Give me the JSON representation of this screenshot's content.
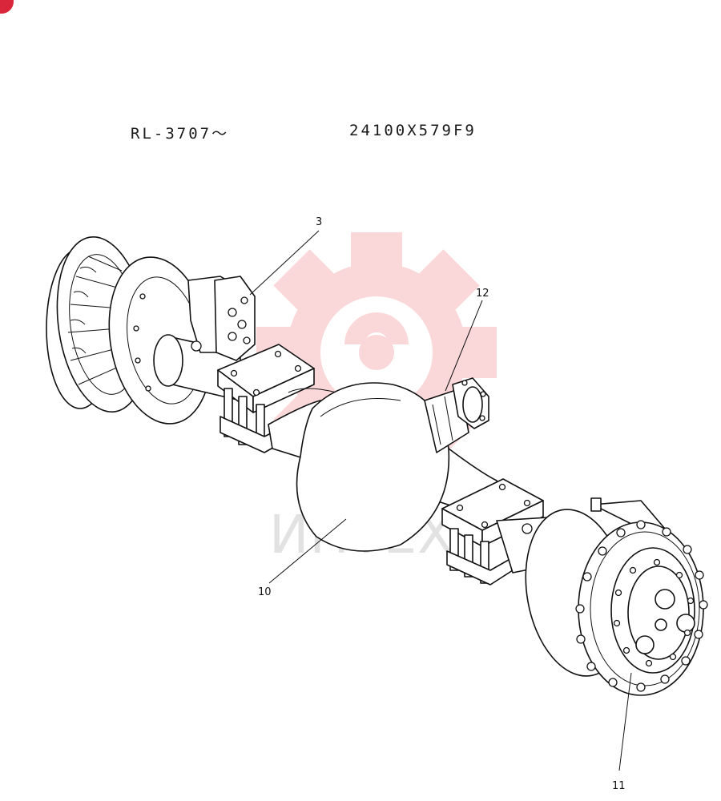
{
  "header": {
    "serial_range": "RL-3707～",
    "part_number": "24100X579F9"
  },
  "badge": {
    "color": "#d9263a"
  },
  "watermark": {
    "text": "ИНТЕХ",
    "color": "#e8424a"
  },
  "callouts": [
    {
      "id": "callout-3",
      "label": "3"
    },
    {
      "id": "callout-12",
      "label": "12"
    },
    {
      "id": "callout-10",
      "label": "10"
    },
    {
      "id": "callout-11",
      "label": "11"
    }
  ]
}
